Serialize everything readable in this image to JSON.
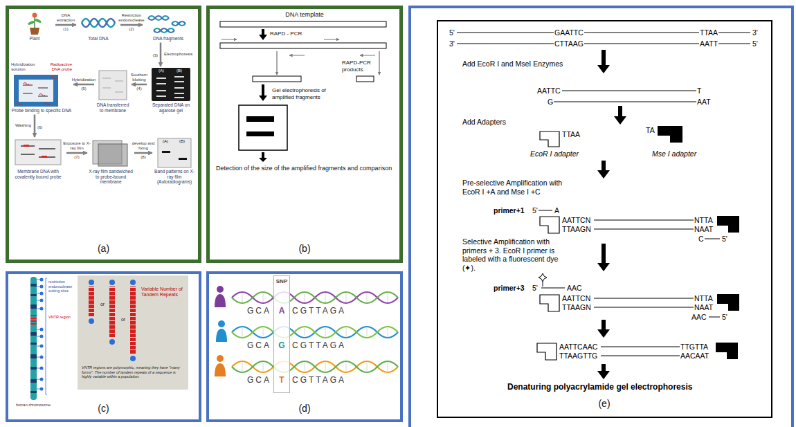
{
  "diagram": {
    "nodes": [
      {
        "text": [
          "(a)"
        ]
      },
      {
        "text": [
          "Plant"
        ],
        "in": 0
      },
      {
        "text": [
          "Total DNA"
        ],
        "in": 0
      },
      {
        "text": [
          "DNA fragments"
        ],
        "in": 0
      },
      {
        "text": [
          "(A)",
          "(B)",
          "Separated DNA on agarose gel"
        ],
        "in": 0
      },
      {
        "text": [
          "DNA transferred to membrane"
        ],
        "in": 0
      },
      {
        "text": [
          "Hybridization solution",
          "Radioactive DNA probe",
          "Probe binding to specific DNA"
        ],
        "in": 0
      },
      {
        "text": [
          "Membrane DNA with covalently bound probe"
        ],
        "in": 0
      },
      {
        "text": [
          "X-ray film sandwiched to probe-bound membrane"
        ],
        "in": 0
      },
      {
        "text": [
          "(A)",
          "(B)",
          "Band patterns on X-ray film (Autoradiograms)"
        ],
        "in": 0
      },
      {
        "text": [
          "(b)"
        ]
      },
      {
        "text": [
          "(c)"
        ]
      },
      {
        "text": [
          "or",
          "or",
          "Variable Number of Tandem Repeats",
          "VNTR regions are polymorphic, meaning they have \"many forms\". The number of tandem repeats of a sequence is highly variable within a population."
        ],
        "in": 11
      },
      {
        "text": [
          "(d)"
        ]
      },
      {
        "text": [
          "SNP",
          "A",
          "G",
          "T"
        ],
        "in": 13
      },
      {
        "text": [
          "(e)"
        ]
      }
    ],
    "edges": [
      {
        "from": 1,
        "to": 2,
        "arrow": "to",
        "label": "DNA extraction"
      },
      {
        "from": 2,
        "to": 3,
        "arrow": "to",
        "label": "Restriction endonuclease"
      },
      {
        "from": 3,
        "to": 4,
        "arrow": "to",
        "label": "Electrophoresis"
      },
      {
        "from": 4,
        "to": 5,
        "arrow": "to",
        "label": "Southern blotting"
      },
      {
        "from": 5,
        "to": 6,
        "arrow": "to",
        "label": "Hybridization"
      },
      {
        "from": 6,
        "to": 7,
        "arrow": "to",
        "label": "Washing"
      },
      {
        "from": 7,
        "to": 8,
        "arrow": "to",
        "label": "Exposure to X-ray film"
      },
      {
        "from": 8,
        "to": 9,
        "arrow": "to",
        "label": "develop and fixing"
      }
    ],
    "labels": [
      "(1)",
      "(2)",
      "(3)",
      "(4)",
      "(5)",
      "(6)",
      "(7)",
      "(8)",
      "DNA template",
      "RAPD - PCR",
      "RAPD-PCR products",
      "Gel electrophoresis of amplified fragments",
      "Detection of the size of the amplified fragments and comparison",
      "restriction endonuclease cutting sites",
      "VNTR region",
      "human chromosome",
      "GCA",
      "CGTTAGA",
      "GCA",
      "CGTTAGA",
      "GCA",
      "CGTTAGA",
      "5'",
      "GAATTC",
      "TTAA",
      "3'",
      "3'",
      "CTTAAG",
      "AATT",
      "5'",
      "Add EcoR I and MseI Enzymes",
      "AATTC",
      "T",
      "G",
      "AAT",
      "Add Adapters",
      "TTAA",
      "TA",
      "EcoR I adapter",
      "Mse I adapter",
      "Pre-selective Amplification with EcoR I +A and Mse I +C",
      "primer+1",
      "5'",
      "A",
      "AATTCN",
      "TTAAGN",
      "NTTA",
      "NAAT",
      "C",
      "5'",
      "Selective Amplification with primers + 3. EcoR I primer is labeled with a fluorescent dye (✦).",
      "primer+3",
      "5'",
      "AAC",
      "AATTCN",
      "TTAAGN",
      "NTTA",
      "NAAT",
      "AAC",
      "5'",
      "AATTCAAC",
      "TTAAGTTG",
      "TTGTTA",
      "AACAAT",
      "Denaturing polyacrylamide gel electrophoresis"
    ]
  }
}
